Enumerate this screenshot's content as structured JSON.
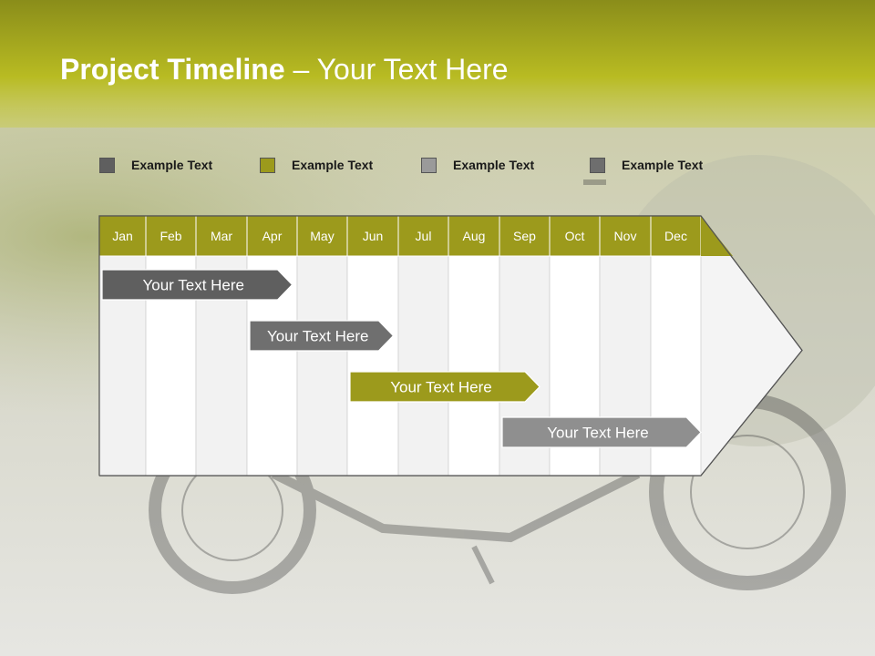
{
  "slide": {
    "title_bold": "Project Timeline",
    "title_rest": " – Your Text Here"
  },
  "legend": [
    {
      "label": "Example Text",
      "color": "#5f5f5f"
    },
    {
      "label": "Example Text",
      "color": "#9c9a1c"
    },
    {
      "label": "Example Text",
      "color": "#9a9a9a"
    },
    {
      "label": "Example Text",
      "color": "#6e6e6e"
    }
  ],
  "months": [
    "Jan",
    "Feb",
    "Mar",
    "Apr",
    "May",
    "Jun",
    "Jul",
    "Aug",
    "Sep",
    "Oct",
    "Nov",
    "Dec"
  ],
  "tasks": [
    {
      "label": "Your  Text Here",
      "start": 0,
      "end": 3.9,
      "color": "#5f5f5f"
    },
    {
      "label": "Your  Text Here",
      "start": 3,
      "end": 5.9,
      "color": "#6f6f6f"
    },
    {
      "label": "Your  Text Here",
      "start": 5,
      "end": 8.8,
      "color": "#9c9a1c"
    },
    {
      "label": "Your  Text Here",
      "start": 8,
      "end": 12,
      "color": "#8f8f8f"
    }
  ],
  "colors": {
    "accent": "#9c9a1c",
    "header_text": "#ffffff"
  }
}
